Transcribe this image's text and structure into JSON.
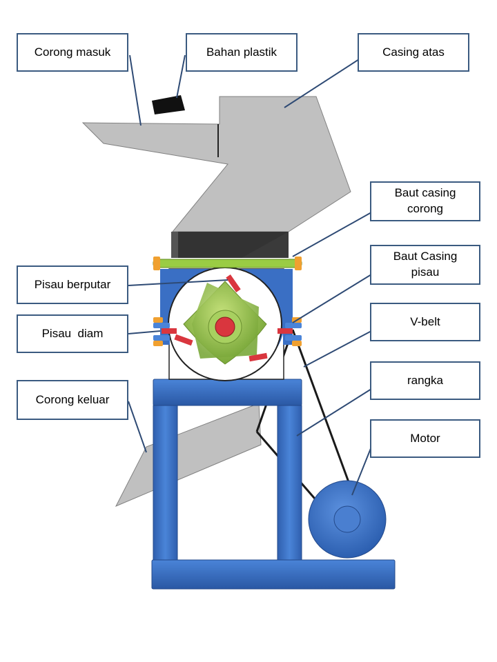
{
  "labels": {
    "corong_masuk": "Corong masuk",
    "bahan_plastik": "Bahan plastik",
    "casing_atas": "Casing atas",
    "baut_casing_corong": "Baut casing corong",
    "pisau_berputar": "Pisau berputar",
    "baut_casing_pisau": "Baut Casing pisau",
    "pisau_diam": "Pisau  diam",
    "v_belt": "V-belt",
    "corong_keluar": "Corong keluar",
    "rangka": "rangka",
    "motor": "Motor"
  },
  "colors": {
    "casing": "#c0c0c0",
    "casing_dark": "#3a3a3a",
    "frame_blue": "#3a6fc4",
    "leader_line": "#2e4a74",
    "rotor_green": "#8fc04a",
    "rotor_hub": "#d9363e",
    "knife_red": "#d9363e",
    "bolt_orange": "#f0a030",
    "belt": "#1a1a1a"
  }
}
